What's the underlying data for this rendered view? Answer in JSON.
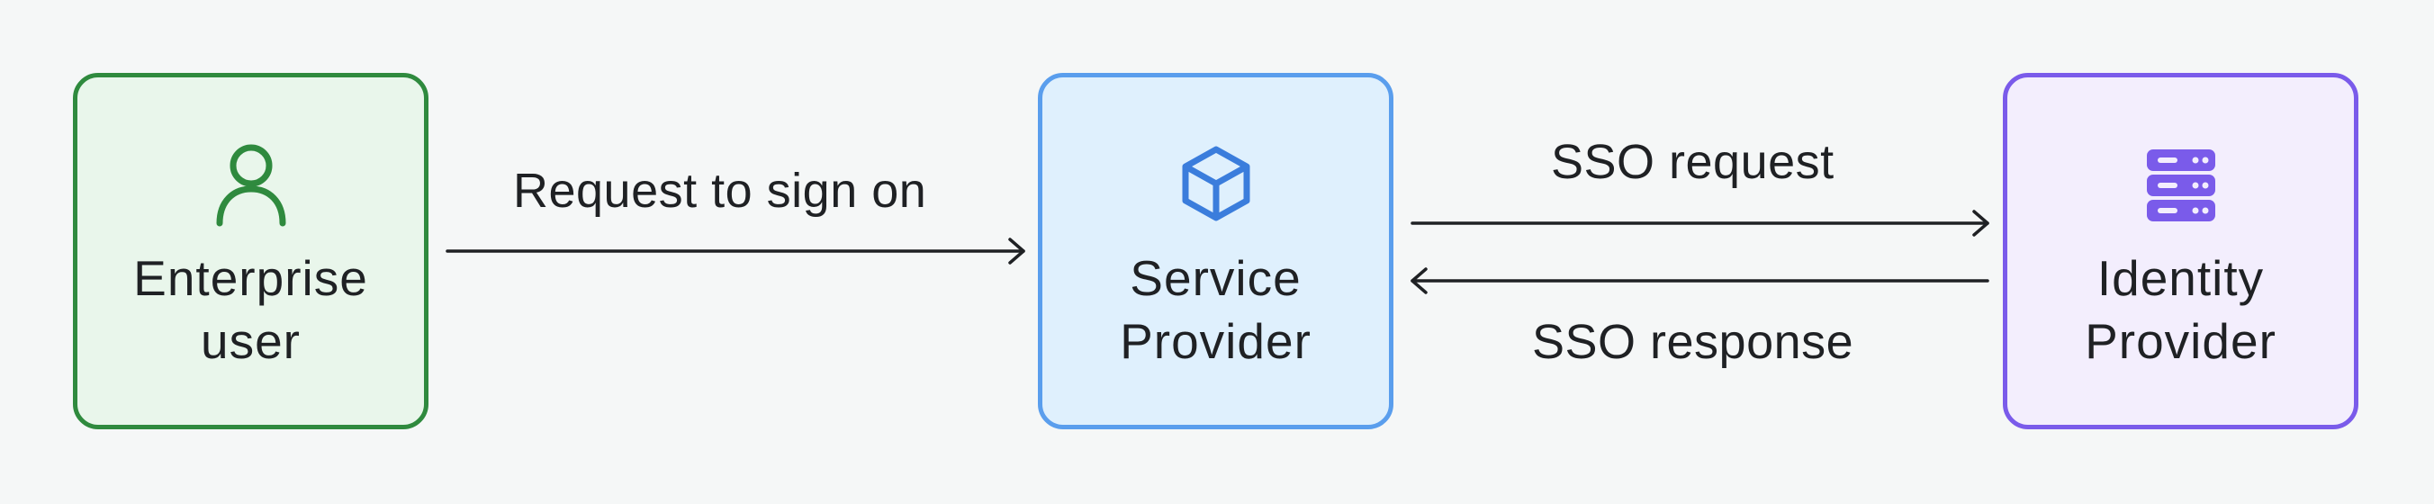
{
  "nodes": {
    "enterprise_user": {
      "line1": "Enterprise",
      "line2": "user",
      "icon": "user-icon",
      "color": "#2f8a3e",
      "fill": "#e9f6eb"
    },
    "service_provider": {
      "line1": "Service",
      "line2": "Provider",
      "icon": "cube-icon",
      "color": "#3b7ddc",
      "fill": "#dff0fd"
    },
    "identity_provider": {
      "line1": "Identity",
      "line2": "Provider",
      "icon": "server-icon",
      "color": "#7a5bea",
      "fill": "#f3eefd"
    }
  },
  "edges": {
    "request_sign_on": "Request to sign on",
    "sso_request": "SSO request",
    "sso_response": "SSO response"
  }
}
